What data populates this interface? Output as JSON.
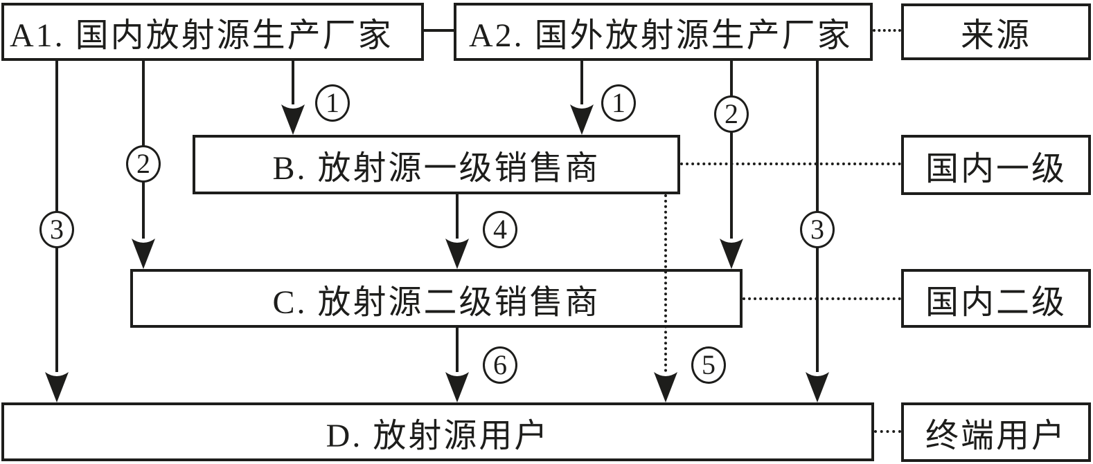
{
  "diagram": {
    "description_labels": {
      "source_row": "来源",
      "tier1_row": "国内一级",
      "tier2_row": "国内二级",
      "end_user_row": "终端用户"
    },
    "nodes": {
      "a1": "A1. 国内放射源生产厂家",
      "a2": "A2. 国外放射源生产厂家",
      "b": "B. 放射源一级销售商",
      "c": "C. 放射源二级销售商",
      "d": "D. 放射源用户"
    },
    "arrow_labels": [
      "1",
      "2",
      "3",
      "1",
      "2",
      "3",
      "4",
      "5",
      "6"
    ],
    "colors": {
      "line": "#1d1d1b",
      "background": "#ffffff"
    }
  }
}
